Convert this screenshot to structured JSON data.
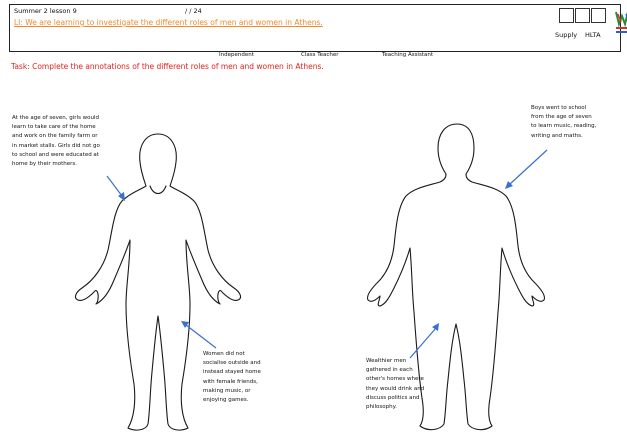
{
  "header": {
    "lesson": "Summer 2 lesson 9",
    "date": "/ / 24",
    "learning_objective": "LI: We are learning to investigate the different roles of men and women in Athens.",
    "supply_label": "Supply",
    "hlta_label": "HLTA",
    "support_options": [
      "Independent",
      "Class Teacher",
      "Teaching Assistant"
    ]
  },
  "task": "Task: Complete the annotations of the different roles of men and women in Athens.",
  "annotations": {
    "girls": [
      "At the age of seven, girls would",
      "learn to take care of the home",
      "and work on the family farm or",
      "in market stalls. Girls did not go",
      "to school and were educated at",
      "home by their mothers."
    ],
    "boys": [
      "Boys went to school",
      "from the age of seven",
      "to learn music, reading,",
      "writing and maths."
    ],
    "women": [
      "Women did not",
      "socialise outside and",
      "instead stayed home",
      "with female friends,",
      "making music, or",
      "enjoying games."
    ],
    "men": [
      "Wealthier men",
      "gathered in each",
      "other's homes where",
      "they would drink and",
      "discuss politics and",
      "philosophy."
    ]
  },
  "colors": {
    "objective": "#f08a2a",
    "task": "#e0221f",
    "arrow": "#3a6fd1"
  },
  "icons": [
    "female-body-outline-icon",
    "male-body-outline-icon",
    "school-logo-icon"
  ]
}
